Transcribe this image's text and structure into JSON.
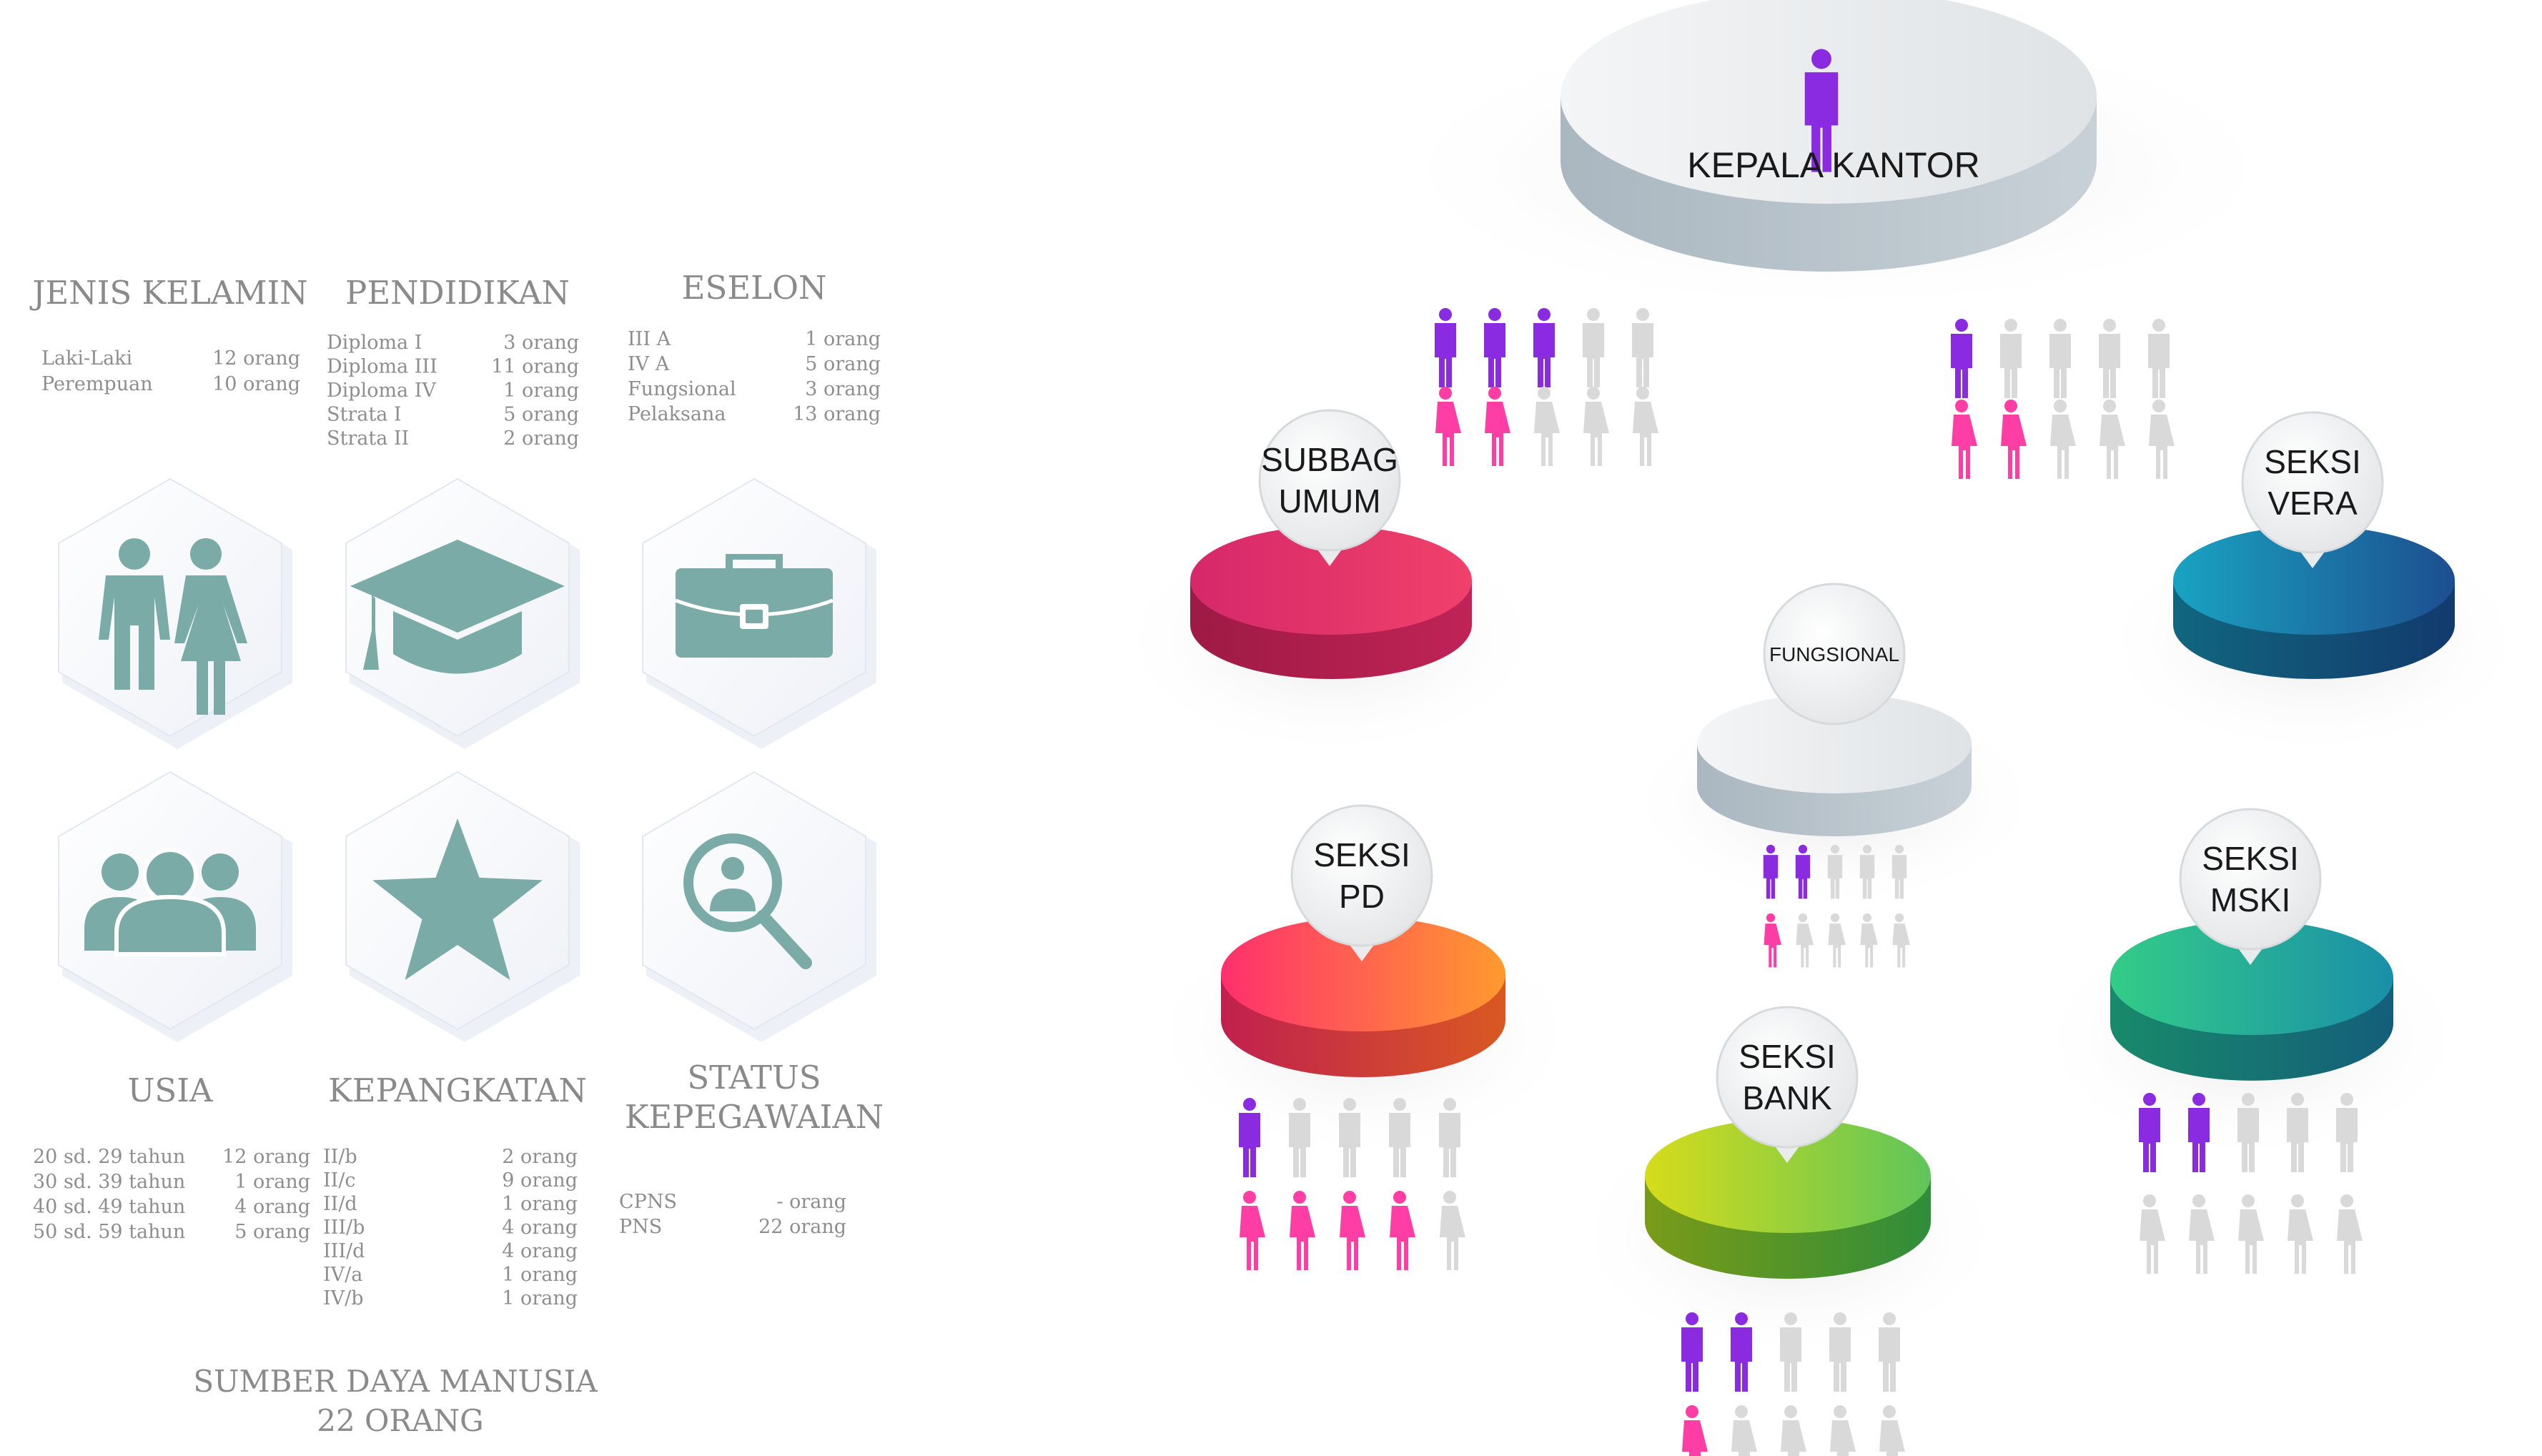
{
  "colors": {
    "icon_teal": "#7aaba6",
    "heading_gray": "#8a8a8a",
    "stat_gray": "#8e8e8e",
    "male_purple": "#8a2be2",
    "female_pink": "#ff3ea5",
    "person_gray": "#d9d9d9",
    "subbag_red": "#e03060",
    "vera_blue": "#1a6fa0",
    "pd_orange": "#ff6a3a",
    "bank_green": "#8ad13a",
    "msk_teal": "#2bb08e",
    "fungsional_silver": "#d7dde2"
  },
  "categories": [
    {
      "id": "jenis-kelamin",
      "heading": "JENIS KELAMIN",
      "icon": "man-woman-icon",
      "stats": [
        {
          "label": "Laki-Laki",
          "value": "12 orang"
        },
        {
          "label": "Perempuan",
          "value": "10 orang"
        }
      ]
    },
    {
      "id": "pendidikan",
      "heading": "PENDIDIKAN",
      "icon": "graduation-cap-icon",
      "stats": [
        {
          "label": "Diploma I",
          "value": "3 orang"
        },
        {
          "label": "Diploma III",
          "value": "11 orang"
        },
        {
          "label": "Diploma IV",
          "value": "1 orang"
        },
        {
          "label": "Strata I",
          "value": "5 orang"
        },
        {
          "label": "Strata II",
          "value": "2 orang"
        }
      ]
    },
    {
      "id": "eselon",
      "heading": "ESELON",
      "icon": "briefcase-icon",
      "stats": [
        {
          "label": "III A",
          "value": "1 orang"
        },
        {
          "label": "IV A",
          "value": "5 orang"
        },
        {
          "label": "Fungsional",
          "value": "3 orang"
        },
        {
          "label": "Pelaksana",
          "value": "13 orang"
        }
      ]
    },
    {
      "id": "usia",
      "heading": "USIA",
      "icon": "group-icon",
      "stats": [
        {
          "label": "20 sd. 29 tahun",
          "value": "12 orang"
        },
        {
          "label": "30 sd. 39 tahun",
          "value": "1 orang"
        },
        {
          "label": "40 sd. 49 tahun",
          "value": "4 orang"
        },
        {
          "label": "50 sd. 59 tahun",
          "value": "5 orang"
        }
      ]
    },
    {
      "id": "kepangkatan",
      "heading": "KEPANGKATAN",
      "icon": "star-icon",
      "stats": [
        {
          "label": "II/b",
          "value": "2 orang"
        },
        {
          "label": "II/c",
          "value": "9 orang"
        },
        {
          "label": "II/d",
          "value": "1 orang"
        },
        {
          "label": "III/b",
          "value": "4 orang"
        },
        {
          "label": "III/d",
          "value": "4 orang"
        },
        {
          "label": "IV/a",
          "value": "1 orang"
        },
        {
          "label": "IV/b",
          "value": "1 orang"
        }
      ]
    },
    {
      "id": "status",
      "heading_lines": [
        "STATUS",
        "KEPEGAWAIAN"
      ],
      "icon": "magnifier-person-icon",
      "stats": [
        {
          "label": "CPNS",
          "value": "- orang"
        },
        {
          "label": "PNS",
          "value": "22 orang"
        }
      ]
    }
  ],
  "footer": {
    "line1": "SUMBER DAYA MANUSIA",
    "line2": "22 ORANG"
  },
  "org": {
    "kepala": {
      "label": "KEPALA KANTOR",
      "male_filled": 1
    },
    "units": [
      {
        "id": "subbag-umum",
        "label_lines": [
          "SUBBAG",
          "UMUM"
        ],
        "color": "subbag_red",
        "male": {
          "filled": 3,
          "total": 5
        },
        "female": {
          "filled": 2,
          "total": 5
        }
      },
      {
        "id": "seksi-vera",
        "label_lines": [
          "SEKSI",
          "VERA"
        ],
        "color": "vera_blue",
        "male": {
          "filled": 1,
          "total": 5
        },
        "female": {
          "filled": 2,
          "total": 5
        }
      },
      {
        "id": "fungsional",
        "label_lines": [
          "FUNGSIONAL"
        ],
        "color": "fungsional_silver",
        "male": {
          "filled": 2,
          "total": 5
        },
        "female": {
          "filled": 1,
          "total": 5
        }
      },
      {
        "id": "seksi-pd",
        "label_lines": [
          "SEKSI",
          "PD"
        ],
        "color": "pd_orange",
        "male": {
          "filled": 1,
          "total": 5
        },
        "female": {
          "filled": 4,
          "total": 5
        }
      },
      {
        "id": "seksi-bank",
        "label_lines": [
          "SEKSI",
          "BANK"
        ],
        "color": "bank_green",
        "male": {
          "filled": 2,
          "total": 5
        },
        "female": {
          "filled": 1,
          "total": 5
        }
      },
      {
        "id": "seksi-mski",
        "label_lines": [
          "SEKSI",
          "MSKI"
        ],
        "color": "msk_teal",
        "male": {
          "filled": 2,
          "total": 5
        },
        "female": {
          "filled": 0,
          "total": 5
        }
      }
    ]
  }
}
